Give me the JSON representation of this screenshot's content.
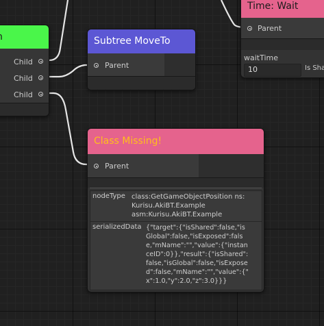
{
  "colors": {
    "accent_green": "#4af64a",
    "accent_purple": "#5c57d4",
    "accent_pink": "#e5638d",
    "missing_text": "#ffbf1a"
  },
  "left_node": {
    "ports": [
      "Child",
      "Child",
      "Child"
    ],
    "port_icon": "port-circle-icon"
  },
  "subtree_node": {
    "title": "Subtree MoveTo",
    "input_label": "Parent",
    "port_icon": "port-circle-icon"
  },
  "wait_node": {
    "title": "Time:  Wait",
    "input_label": "Parent",
    "field_label": "waitTime",
    "field_value": "10",
    "shared_label": "Is Sha"
  },
  "missing_node": {
    "title": "Class Missing!",
    "input_label": "Parent",
    "props": [
      {
        "label": "nodeType",
        "lines": [
          "class:GetGameObjectPosition ns:",
          "Kurisu.AkiBT.Example",
          "asm:Kurisu.AkiBT.Example"
        ]
      },
      {
        "label": "serializedData",
        "lines": [
          "{\"target\":{\"isShared\":false,\"is",
          "Global\":false,\"isExposed\":fals",
          "e,\"mName\":\"\",\"value\":{\"instan",
          "ceID\":0}},\"result\":{\"isShared\":",
          "false,\"isGlobal\":false,\"isExpose",
          "d\":false,\"mName\":\"\",\"value\":{\"",
          "x\":1.0,\"y\":2.0,\"z\":3.0}}}"
        ]
      }
    ]
  }
}
